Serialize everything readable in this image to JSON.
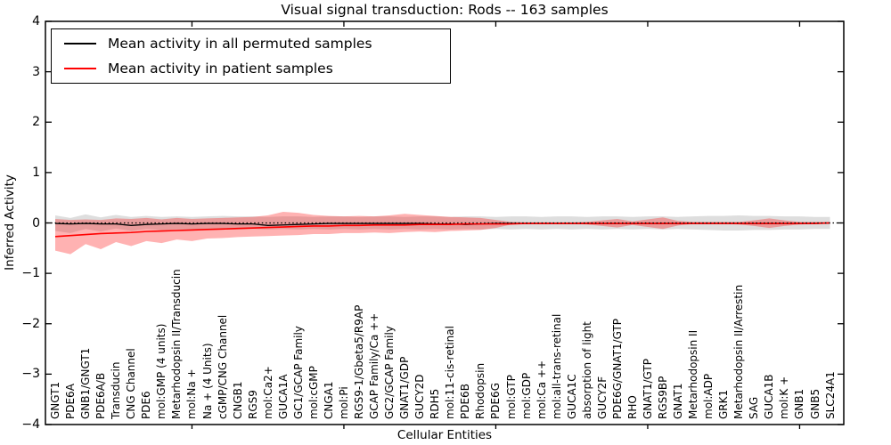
{
  "figure": {
    "title": "Visual signal transduction: Rods -- 163 samples",
    "xlabel": "Cellular Entities",
    "ylabel": "Inferred Activity"
  },
  "legend": {
    "items": [
      {
        "label": "Mean activity in all permuted samples",
        "color": "#000000"
      },
      {
        "label": "Mean activity in patient samples",
        "color": "#ff0000"
      }
    ]
  },
  "chart_data": {
    "type": "line",
    "title": "Visual signal transduction: Rods -- 163 samples",
    "xlabel": "Cellular Entities",
    "ylabel": "Inferred Activity",
    "ylim": [
      -4,
      4
    ],
    "grid": false,
    "legend_position": "upper left",
    "xtick_indices": [
      9,
      19,
      29,
      39,
      49
    ],
    "categories": [
      "GNGT1",
      "PDE6A",
      "GNB1/GNGT1",
      "PDE6A/B",
      "Transducin",
      "CNG Channel",
      "PDE6",
      "mol:GMP (4 units)",
      "Metarhodopsin II/Transducin",
      "mol:Na +",
      "Na + (4 Units)",
      "cGMP/CNG Channel",
      "CNGB1",
      "RGS9",
      "mol:Ca2+",
      "GUCA1A",
      "GC1/GCAP Family",
      "mol:cGMP",
      "CNGA1",
      "mol:Pi",
      "RGS9-1/Gbeta5/R9AP",
      "GCAP Family/Ca ++",
      "GC2/GCAP Family",
      "GNAT1/GDP",
      "GUCY2D",
      "RDH5",
      "mol:11-cis-retinal",
      "PDE6B",
      "Rhodopsin",
      "PDE6G",
      "mol:GTP",
      "mol:GDP",
      "mol:Ca ++",
      "mol:all-trans-retinal",
      "GUCA1C",
      "absorption of light",
      "GUCY2F",
      "PDE6G/GNAT1/GTP",
      "RHO",
      "GNAT1/GTP",
      "RGS9BP",
      "GNAT1",
      "Metarhodopsin II",
      "mol:ADP",
      "GRK1",
      "Metarhodopsin II/Arrestin",
      "SAG",
      "GUCA1B",
      "mol:K +",
      "GNB1",
      "GNB5",
      "SLC24A1"
    ],
    "series": [
      {
        "name": "Mean activity in all permuted samples",
        "color": "#000000",
        "width": 1.3,
        "values": [
          -0.01,
          -0.02,
          -0.01,
          -0.02,
          -0.02,
          -0.05,
          -0.03,
          -0.02,
          -0.01,
          -0.02,
          -0.01,
          -0.01,
          -0.02,
          -0.02,
          -0.05,
          -0.04,
          -0.03,
          -0.02,
          -0.01,
          -0.01,
          -0.01,
          -0.01,
          -0.01,
          -0.01,
          -0.01,
          -0.02,
          -0.02,
          -0.03,
          -0.02,
          -0.01,
          -0.01,
          -0.01,
          -0.01,
          -0.01,
          -0.01,
          -0.01,
          -0.01,
          -0.01,
          -0.01,
          -0.01,
          -0.01,
          -0.01,
          -0.01,
          -0.01,
          -0.01,
          -0.01,
          -0.01,
          -0.01,
          -0.01,
          -0.01,
          -0.01,
          0.0
        ]
      },
      {
        "name": "Mean activity in patient samples",
        "color": "#ff0000",
        "width": 1.6,
        "values": [
          -0.27,
          -0.25,
          -0.23,
          -0.21,
          -0.2,
          -0.19,
          -0.17,
          -0.16,
          -0.15,
          -0.14,
          -0.13,
          -0.12,
          -0.11,
          -0.1,
          -0.09,
          -0.08,
          -0.07,
          -0.06,
          -0.06,
          -0.05,
          -0.05,
          -0.04,
          -0.04,
          -0.04,
          -0.03,
          -0.03,
          -0.03,
          -0.02,
          -0.02,
          -0.02,
          -0.02,
          -0.01,
          -0.01,
          -0.01,
          -0.01,
          -0.01,
          -0.01,
          -0.01,
          -0.01,
          -0.01,
          -0.01,
          -0.01,
          -0.01,
          -0.01,
          -0.01,
          -0.01,
          -0.01,
          -0.01,
          -0.01,
          -0.01,
          -0.01,
          0.0
        ]
      }
    ],
    "bands": [
      {
        "series": "Mean activity in all permuted samples",
        "color": "rgba(0,0,0,0.13)",
        "upper": [
          0.15,
          0.1,
          0.17,
          0.11,
          0.16,
          0.12,
          0.14,
          0.12,
          0.13,
          0.12,
          0.13,
          0.14,
          0.13,
          0.13,
          0.12,
          0.13,
          0.13,
          0.12,
          0.13,
          0.13,
          0.12,
          0.13,
          0.13,
          0.12,
          0.13,
          0.13,
          0.12,
          0.13,
          0.13,
          0.12,
          0.13,
          0.13,
          0.12,
          0.13,
          0.13,
          0.12,
          0.13,
          0.13,
          0.12,
          0.13,
          0.13,
          0.12,
          0.13,
          0.14,
          0.14,
          0.15,
          0.14,
          0.14,
          0.13,
          0.13,
          0.12,
          0.12
        ],
        "lower": [
          -0.16,
          -0.2,
          -0.12,
          -0.17,
          -0.11,
          -0.16,
          -0.12,
          -0.14,
          -0.13,
          -0.14,
          -0.13,
          -0.12,
          -0.13,
          -0.12,
          -0.13,
          -0.12,
          -0.13,
          -0.12,
          -0.13,
          -0.12,
          -0.13,
          -0.12,
          -0.13,
          -0.12,
          -0.13,
          -0.12,
          -0.13,
          -0.12,
          -0.13,
          -0.12,
          -0.13,
          -0.12,
          -0.13,
          -0.12,
          -0.13,
          -0.12,
          -0.13,
          -0.12,
          -0.13,
          -0.12,
          -0.13,
          -0.12,
          -0.13,
          -0.14,
          -0.15,
          -0.15,
          -0.14,
          -0.14,
          -0.13,
          -0.13,
          -0.12,
          -0.12
        ]
      },
      {
        "series": "Mean activity in patient samples",
        "color": "rgba(255,0,0,0.30)",
        "upper": [
          0.08,
          0.06,
          0.07,
          0.06,
          0.09,
          0.08,
          0.1,
          0.07,
          0.1,
          0.08,
          0.09,
          0.1,
          0.11,
          0.12,
          0.15,
          0.22,
          0.2,
          0.16,
          0.14,
          0.13,
          0.14,
          0.13,
          0.15,
          0.18,
          0.16,
          0.14,
          0.12,
          0.11,
          0.1,
          0.06,
          0.02,
          0.01,
          0.01,
          0.01,
          0.01,
          0.02,
          0.05,
          0.08,
          0.03,
          0.07,
          0.11,
          0.04,
          0.02,
          0.02,
          0.02,
          0.02,
          0.05,
          0.09,
          0.05,
          0.02,
          0.02,
          0.02
        ],
        "lower": [
          -0.55,
          -0.62,
          -0.42,
          -0.52,
          -0.38,
          -0.46,
          -0.36,
          -0.4,
          -0.33,
          -0.36,
          -0.31,
          -0.3,
          -0.28,
          -0.27,
          -0.26,
          -0.25,
          -0.24,
          -0.22,
          -0.22,
          -0.2,
          -0.2,
          -0.19,
          -0.2,
          -0.18,
          -0.17,
          -0.18,
          -0.16,
          -0.15,
          -0.14,
          -0.1,
          -0.03,
          -0.02,
          -0.02,
          -0.02,
          -0.02,
          -0.03,
          -0.06,
          -0.09,
          -0.04,
          -0.08,
          -0.12,
          -0.05,
          -0.02,
          -0.02,
          -0.02,
          -0.03,
          -0.06,
          -0.1,
          -0.06,
          -0.03,
          -0.02,
          -0.02
        ]
      }
    ],
    "reference_line": {
      "y": 0,
      "style": "dotted",
      "color": "#000000"
    }
  }
}
